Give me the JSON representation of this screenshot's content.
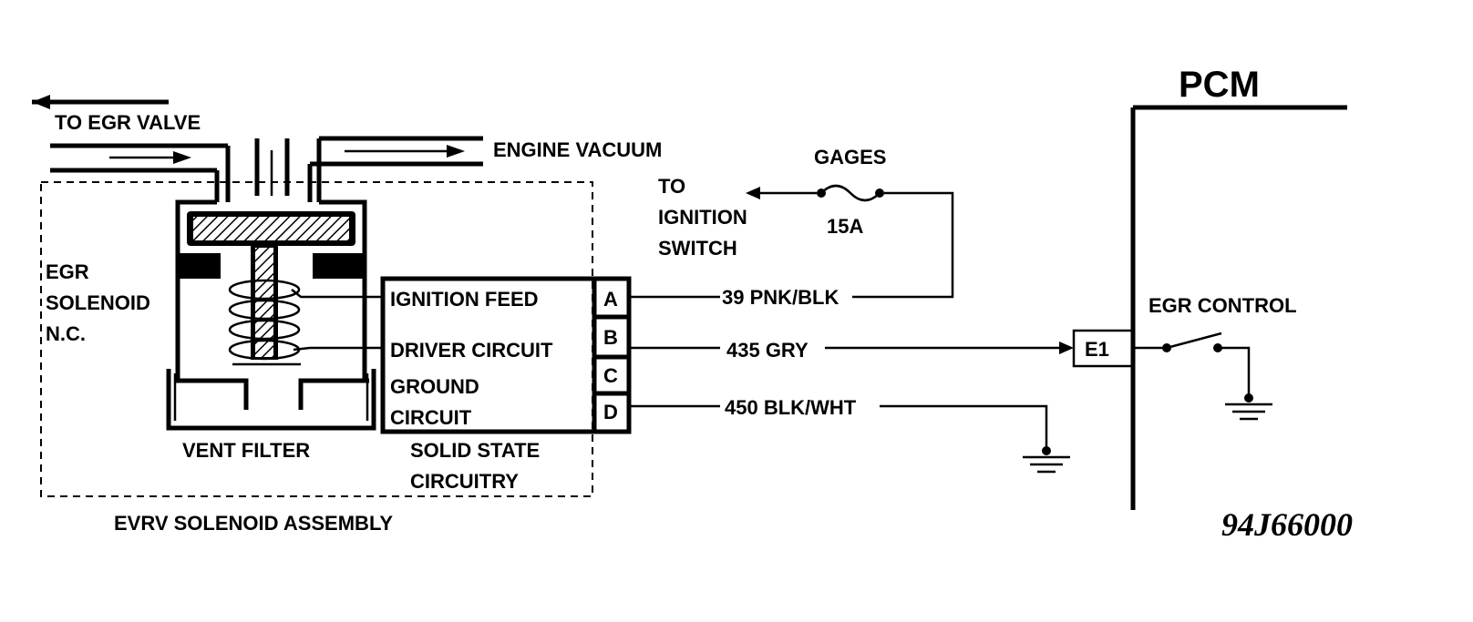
{
  "labels": {
    "to_egr_valve": "TO EGR VALVE",
    "engine_vacuum": "ENGINE VACUUM",
    "egr_solenoid": [
      "EGR",
      "SOLENOID",
      "N.C."
    ],
    "vent_filter": "VENT FILTER",
    "solid_state": [
      "SOLID STATE",
      "CIRCUITRY"
    ],
    "assembly": "EVRV SOLENOID ASSEMBLY",
    "ignition_feed": "IGNITION FEED",
    "driver_circuit": "DRIVER CIRCUIT",
    "ground_circuit": [
      "GROUND",
      "CIRCUIT"
    ],
    "pins": [
      "A",
      "B",
      "C",
      "D"
    ],
    "to_ignition_switch": [
      "TO",
      "IGNITION",
      "SWITCH"
    ],
    "gages": "GAGES",
    "fuse": "15A",
    "wire_39": "39 PNK/BLK",
    "wire_435": "435 GRY",
    "wire_450": "450 BLK/WHT",
    "pcm": "PCM",
    "egr_control": "EGR CONTROL",
    "e1": "E1",
    "figure_id": "94J66000"
  }
}
